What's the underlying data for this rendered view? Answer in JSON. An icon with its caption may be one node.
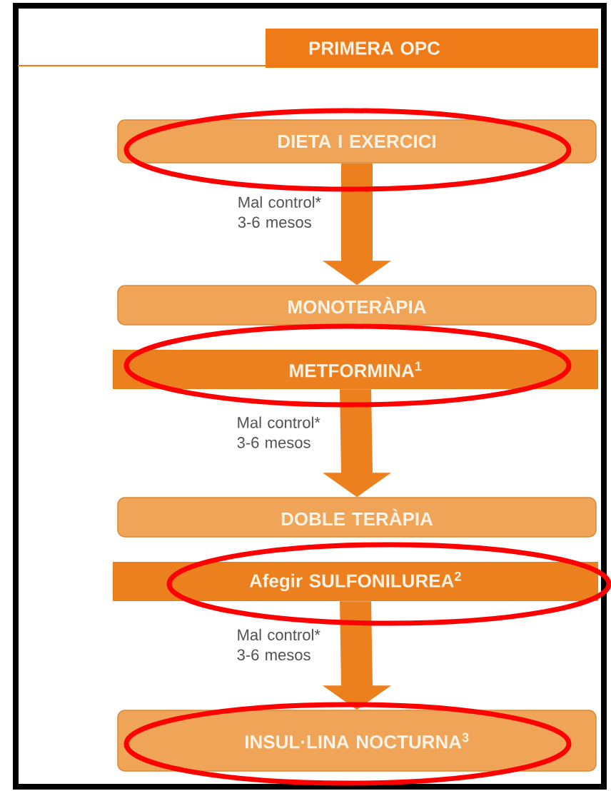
{
  "diagram": {
    "nodes": [
      {
        "text": [
          "PRIMERA OPC"
        ]
      },
      {
        "text": [
          "DIETA I EXERCICI"
        ]
      },
      {
        "text": [
          "MONOTERÀPIA"
        ]
      },
      {
        "text": [
          "METFORMINA$^{1}$"
        ]
      },
      {
        "text": [
          "DOBLE TERÀPIA"
        ]
      },
      {
        "text": [
          "Afegir SULFONILUREA$^{2}$"
        ]
      },
      {
        "text": [
          "INSUL·LINA NOCTURNA$^{3}$"
        ]
      }
    ],
    "edges": [
      {
        "from": 1,
        "to": 2,
        "arrow": "to",
        "label": "Mal control* 3-6 mesos"
      },
      {
        "from": 3,
        "to": 4,
        "arrow": "to",
        "label": "Mal control* 3-6 mesos"
      },
      {
        "from": 5,
        "to": 6,
        "arrow": "to",
        "label": "Mal control* 3-6 mesos"
      }
    ]
  }
}
